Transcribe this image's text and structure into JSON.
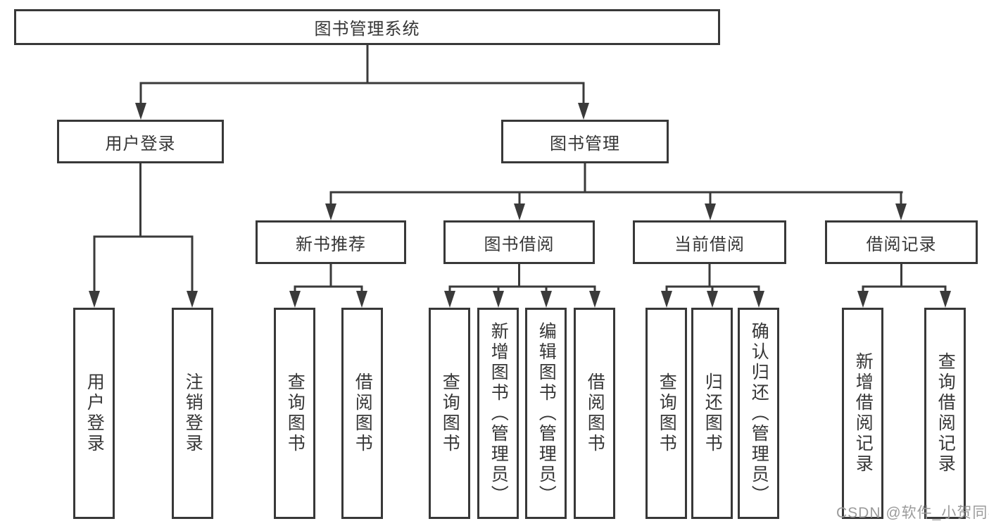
{
  "diagram": {
    "root": "图书管理系统",
    "level2": {
      "user_login": "用户登录",
      "book_mgmt": "图书管理"
    },
    "level3": {
      "new_books": "新书推荐",
      "book_borrow": "图书借阅",
      "current_borrow": "当前借阅",
      "borrow_records": "借阅记录"
    },
    "leaves": {
      "user_login": "用户登录",
      "logout": "注销登录",
      "nb_query_books": "查询图书",
      "nb_borrow_books": "借阅图书",
      "bb_query_books": "查询图书",
      "bb_add_books": "新增图书（管理员）",
      "bb_edit_books": "编辑图书（管理员）",
      "bb_borrow_books": "借阅图书",
      "cb_query_books": "查询图书",
      "cb_return_books": "归还图书",
      "cb_confirm_return": "确认归还（管理员）",
      "br_add_record": "新增借阅记录",
      "br_query_record": "查询借阅记录"
    }
  },
  "watermark": "CSDN @软件_小贺同学",
  "colors": {
    "line": "#3a3a3a",
    "text": "#363636",
    "background": "#ffffff",
    "watermark": "#9b9b9b"
  }
}
